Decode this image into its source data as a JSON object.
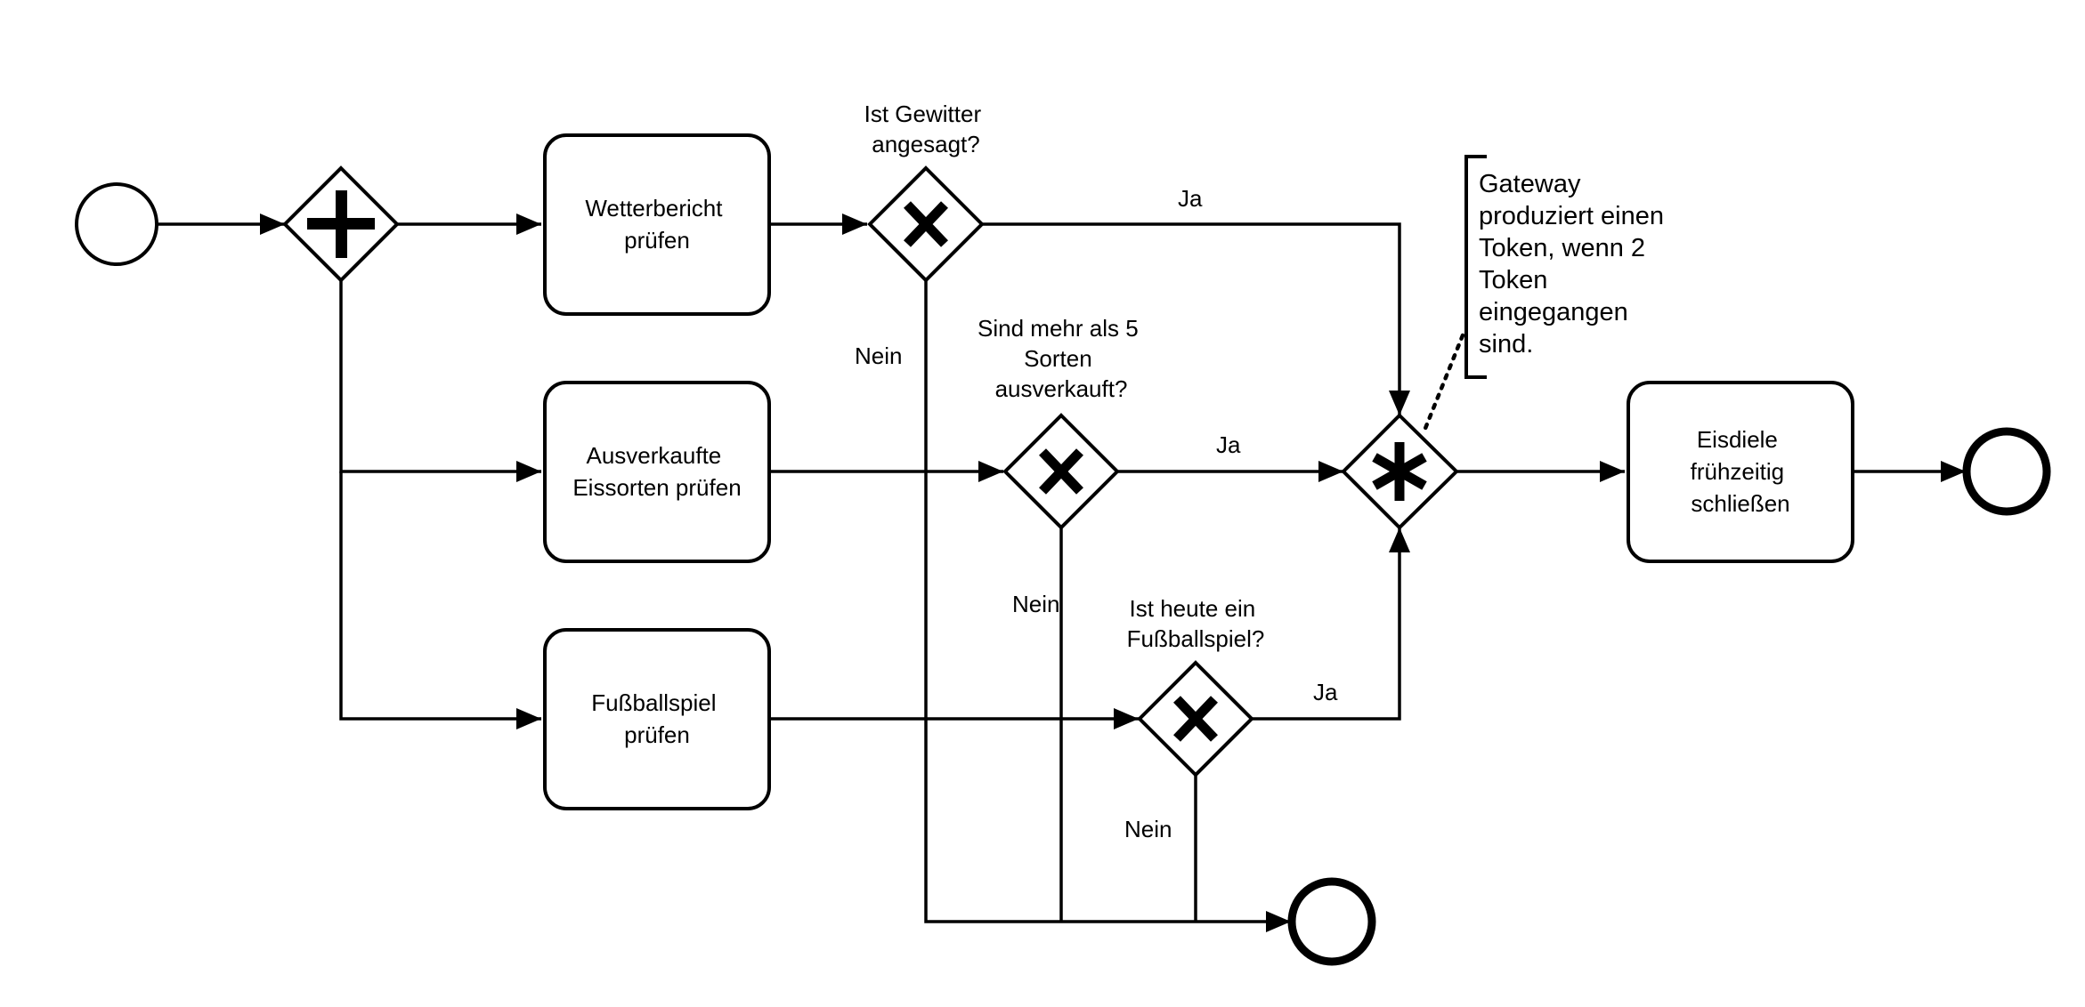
{
  "diagram": {
    "tasks": {
      "weather": [
        "Wetterbericht",
        "prüfen"
      ],
      "flavors": [
        "Ausverkaufte",
        "Eissorten prüfen"
      ],
      "football": [
        "Fußballspiel",
        "prüfen"
      ],
      "close": [
        "Eisdiele",
        "frühzeitig",
        "schließen"
      ]
    },
    "questions": {
      "storm": [
        "Ist Gewitter",
        "angesagt?"
      ],
      "flavors": [
        "Sind mehr als 5",
        "Sorten",
        "ausverkauft?"
      ],
      "football": [
        "Ist heute ein",
        "Fußballspiel?"
      ]
    },
    "labels": {
      "yes": "Ja",
      "no": "Nein"
    },
    "annotation": [
      "Gateway",
      "produziert einen",
      "Token, wenn 2",
      "Token",
      "eingegangen",
      "sind."
    ],
    "gateway_marks": {
      "parallel_split": "plus-icon",
      "exclusive": "x-icon",
      "complex_join": "asterisk-icon"
    }
  }
}
